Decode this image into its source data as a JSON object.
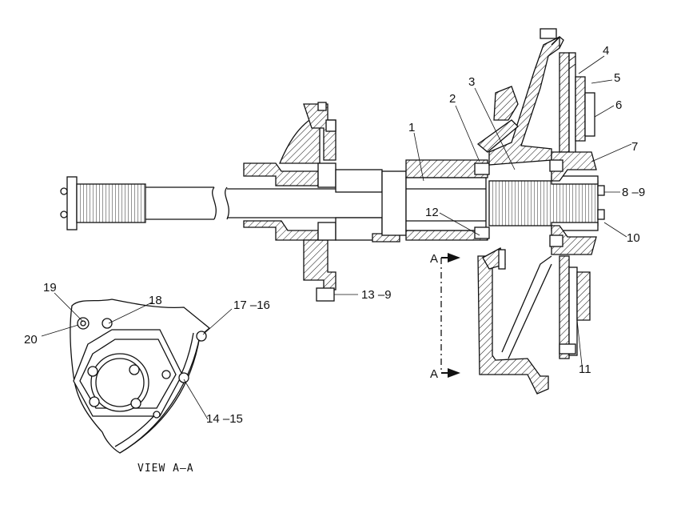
{
  "diagram": {
    "callouts": [
      {
        "id": "c1",
        "text": "1"
      },
      {
        "id": "c2",
        "text": "2"
      },
      {
        "id": "c3",
        "text": "3"
      },
      {
        "id": "c4",
        "text": "4"
      },
      {
        "id": "c5",
        "text": "5"
      },
      {
        "id": "c6",
        "text": "6"
      },
      {
        "id": "c7",
        "text": "7"
      },
      {
        "id": "c8",
        "text": "8 –9"
      },
      {
        "id": "c10",
        "text": "10"
      },
      {
        "id": "c11",
        "text": "11"
      },
      {
        "id": "c12",
        "text": "12"
      },
      {
        "id": "c13",
        "text": "13 –9"
      },
      {
        "id": "c14",
        "text": "14 –15"
      },
      {
        "id": "c17",
        "text": "17 –16"
      },
      {
        "id": "c18",
        "text": "18"
      },
      {
        "id": "c19",
        "text": "19"
      },
      {
        "id": "c20",
        "text": "20"
      }
    ],
    "section_marks": {
      "upper": "A",
      "lower": "A"
    },
    "view_title": "VIEW  A–A"
  }
}
